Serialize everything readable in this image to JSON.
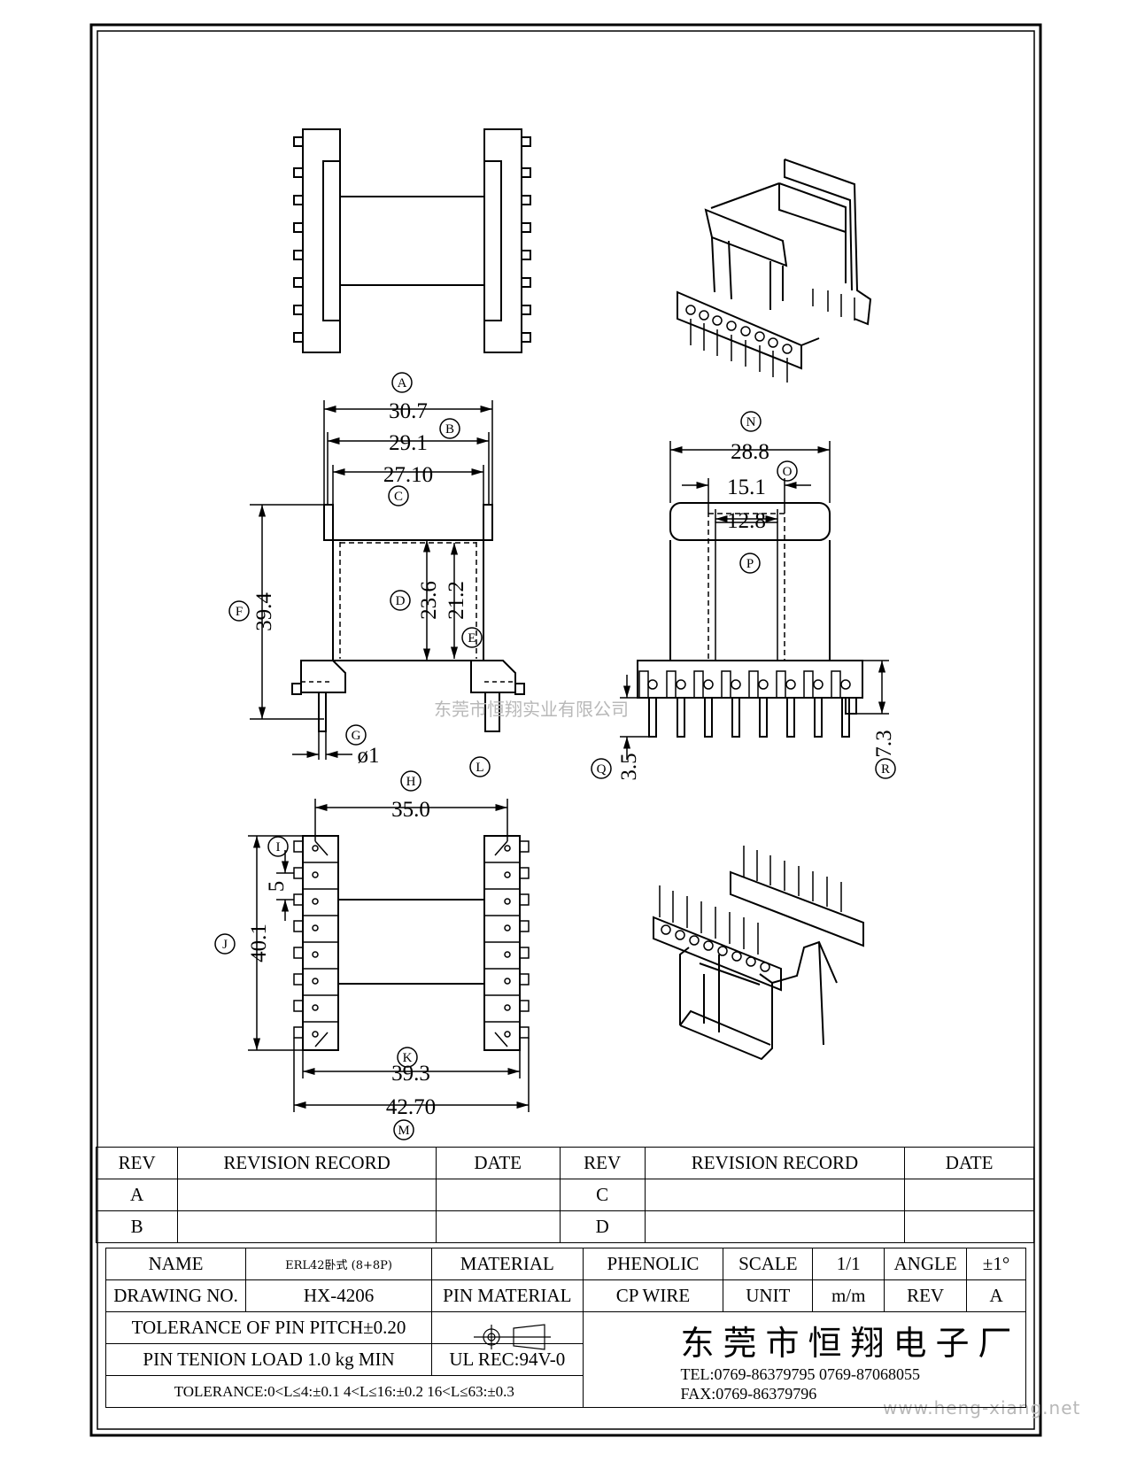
{
  "dims": {
    "A": "30.7",
    "B": "29.1",
    "C": "27.10",
    "D": "23.6",
    "E": "21.2",
    "F": "39.4",
    "G": "ø1",
    "H": "35.0",
    "I": "5",
    "J": "40.1",
    "K": "39.3",
    "M": "42.70",
    "N": "28.8",
    "O": "15.1",
    "P": "12.8",
    "Q": "3.5",
    "R": "7.3"
  },
  "labels": {
    "A": "A",
    "B": "B",
    "C": "C",
    "D": "D",
    "E": "E",
    "F": "F",
    "G": "G",
    "H": "H",
    "I": "I",
    "J": "J",
    "K": "K",
    "L": "L",
    "M": "M",
    "N": "N",
    "O": "O",
    "P": "P",
    "Q": "Q",
    "R": "R"
  },
  "watermark_center": "东莞市恒翔实业有限公司",
  "watermark_footer": "www.heng-xiang.net",
  "revision": {
    "rev_header": "REV",
    "record_header": "REVISION RECORD",
    "date_header": "DATE",
    "rows_left": [
      "A",
      "B"
    ],
    "rows_right": [
      "C",
      "D"
    ]
  },
  "title_block": {
    "name_label": "NAME",
    "name_value": "ERL42卧式 (8+8P)",
    "material_label": "MATERIAL",
    "material_value": "PHENOLIC",
    "scale_label": "SCALE",
    "scale_value": "1/1",
    "angle_label": "ANGLE",
    "angle_value": "±1°",
    "drawing_no_label": "DRAWING NO.",
    "drawing_no_value": "HX-4206",
    "pin_material_label": "PIN MATERIAL",
    "pin_material_value": "CP WIRE",
    "unit_label": "UNIT",
    "unit_value": "m/m",
    "rev_label": "REV",
    "rev_value": "A",
    "tolerance_pitch": "TOLERANCE OF PIN PITCH±0.20",
    "pin_tension": "PIN TENION LOAD  1.0 kg MIN",
    "ul_rec": "UL REC:94V-0",
    "tolerance_general": "TOLERANCE:0<L≤4:±0.1  4<L≤16:±0.2  16<L≤63:±0.3",
    "company": "东莞市恒翔电子厂",
    "tel": "TEL:0769-86379795   0769-87068055",
    "fax": "FAX:0769-86379796"
  }
}
